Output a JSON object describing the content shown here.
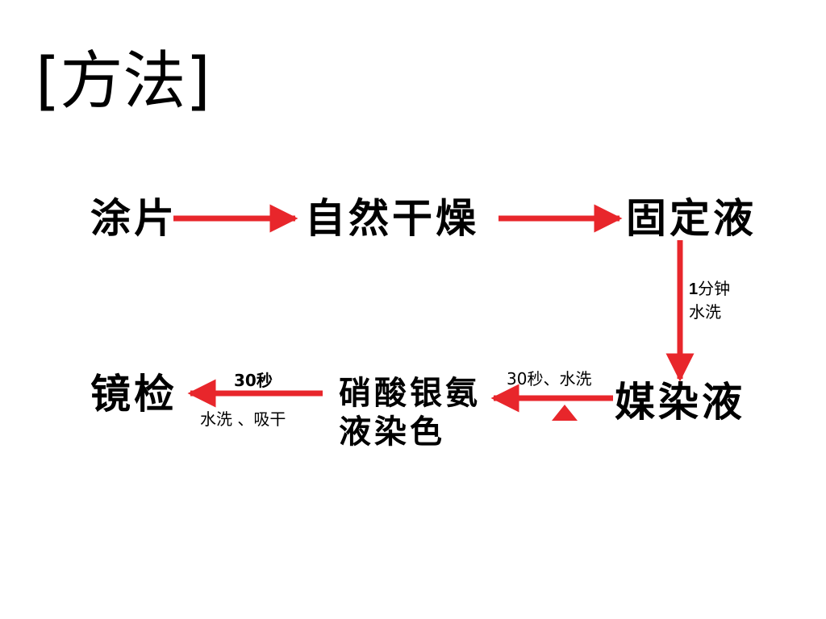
{
  "title": "[方法]",
  "flow": {
    "step1": "涂片",
    "step2": "自然干燥",
    "step3": "固定液",
    "step4": "媒染液",
    "step5_line1": "硝酸银氨",
    "step5_line2": "液染色",
    "step6": "镜检"
  },
  "notes": {
    "fix_to_mordant_time": "1",
    "fix_to_mordant_unit": "分钟",
    "fix_to_mordant_wash": "水洗",
    "mordant_to_stain": "30秒、水洗",
    "stain_to_exam_time": "30秒",
    "stain_to_exam_wash": "水洗 、吸干"
  },
  "colors": {
    "arrow": "#e8262b",
    "text": "#000000"
  },
  "icons": {
    "heat": "triangle-heat-icon"
  }
}
